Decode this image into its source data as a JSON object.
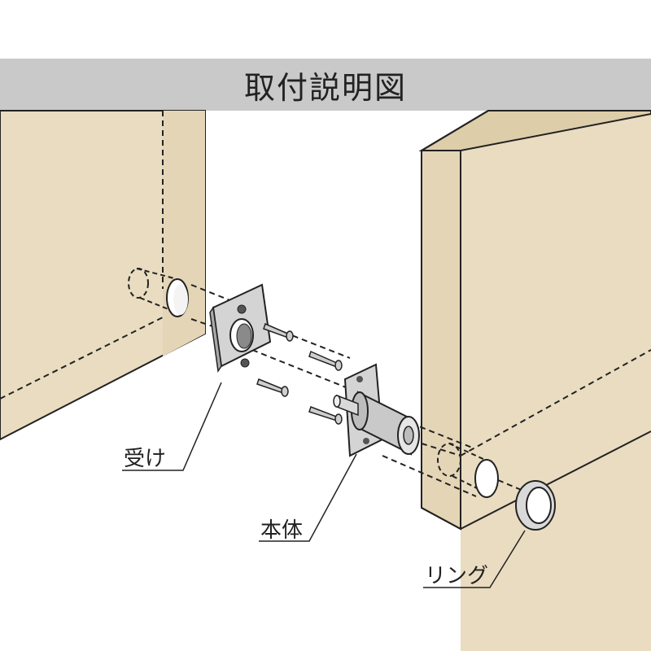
{
  "title": "取付説明図",
  "labels": {
    "receiver": "受け",
    "body": "本体",
    "ring": "リング"
  },
  "colors": {
    "wood": "#e9dcc0",
    "title_bar": "#c9c9c9",
    "metal": "#d4d4d4",
    "outline": "#222222"
  }
}
